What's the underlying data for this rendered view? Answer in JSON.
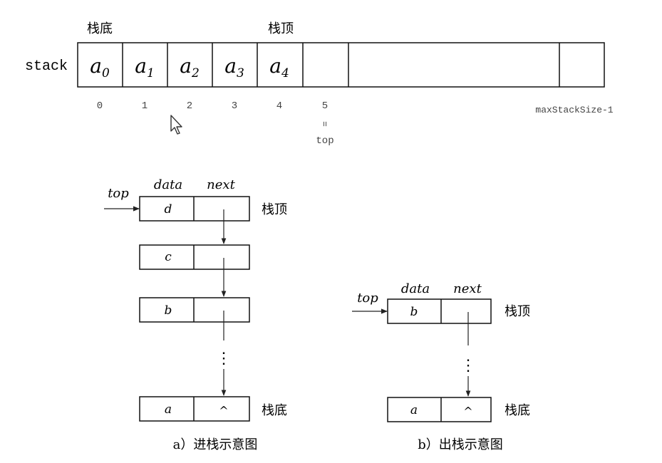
{
  "array_stack": {
    "name": "stack",
    "bottom_label": "栈底",
    "top_label": "栈顶",
    "cells": [
      {
        "base": "a",
        "sub": "0"
      },
      {
        "base": "a",
        "sub": "1"
      },
      {
        "base": "a",
        "sub": "2"
      },
      {
        "base": "a",
        "sub": "3"
      },
      {
        "base": "a",
        "sub": "4"
      },
      {
        "base": "",
        "sub": ""
      },
      {
        "base": "",
        "sub": ""
      },
      {
        "base": "",
        "sub": ""
      }
    ],
    "indices": [
      "0",
      "1",
      "2",
      "3",
      "4",
      "5",
      "",
      "maxStackSize-1"
    ],
    "equals_mark": "=",
    "pointer_label": "top"
  },
  "push_diagram": {
    "caption": "a）进栈示意图",
    "col_data": "data",
    "col_next": "next",
    "pointer": "top",
    "nodes": [
      "d",
      "c",
      "b",
      "a"
    ],
    "null_symbol": "^",
    "top_label": "栈顶",
    "bottom_label": "栈底",
    "ellipsis": "⋮"
  },
  "pop_diagram": {
    "caption": "b）出栈示意图",
    "col_data": "data",
    "col_next": "next",
    "pointer": "top",
    "nodes": [
      "b",
      "a"
    ],
    "null_symbol": "^",
    "top_label": "栈顶",
    "bottom_label": "栈底",
    "ellipsis": "⋮"
  }
}
